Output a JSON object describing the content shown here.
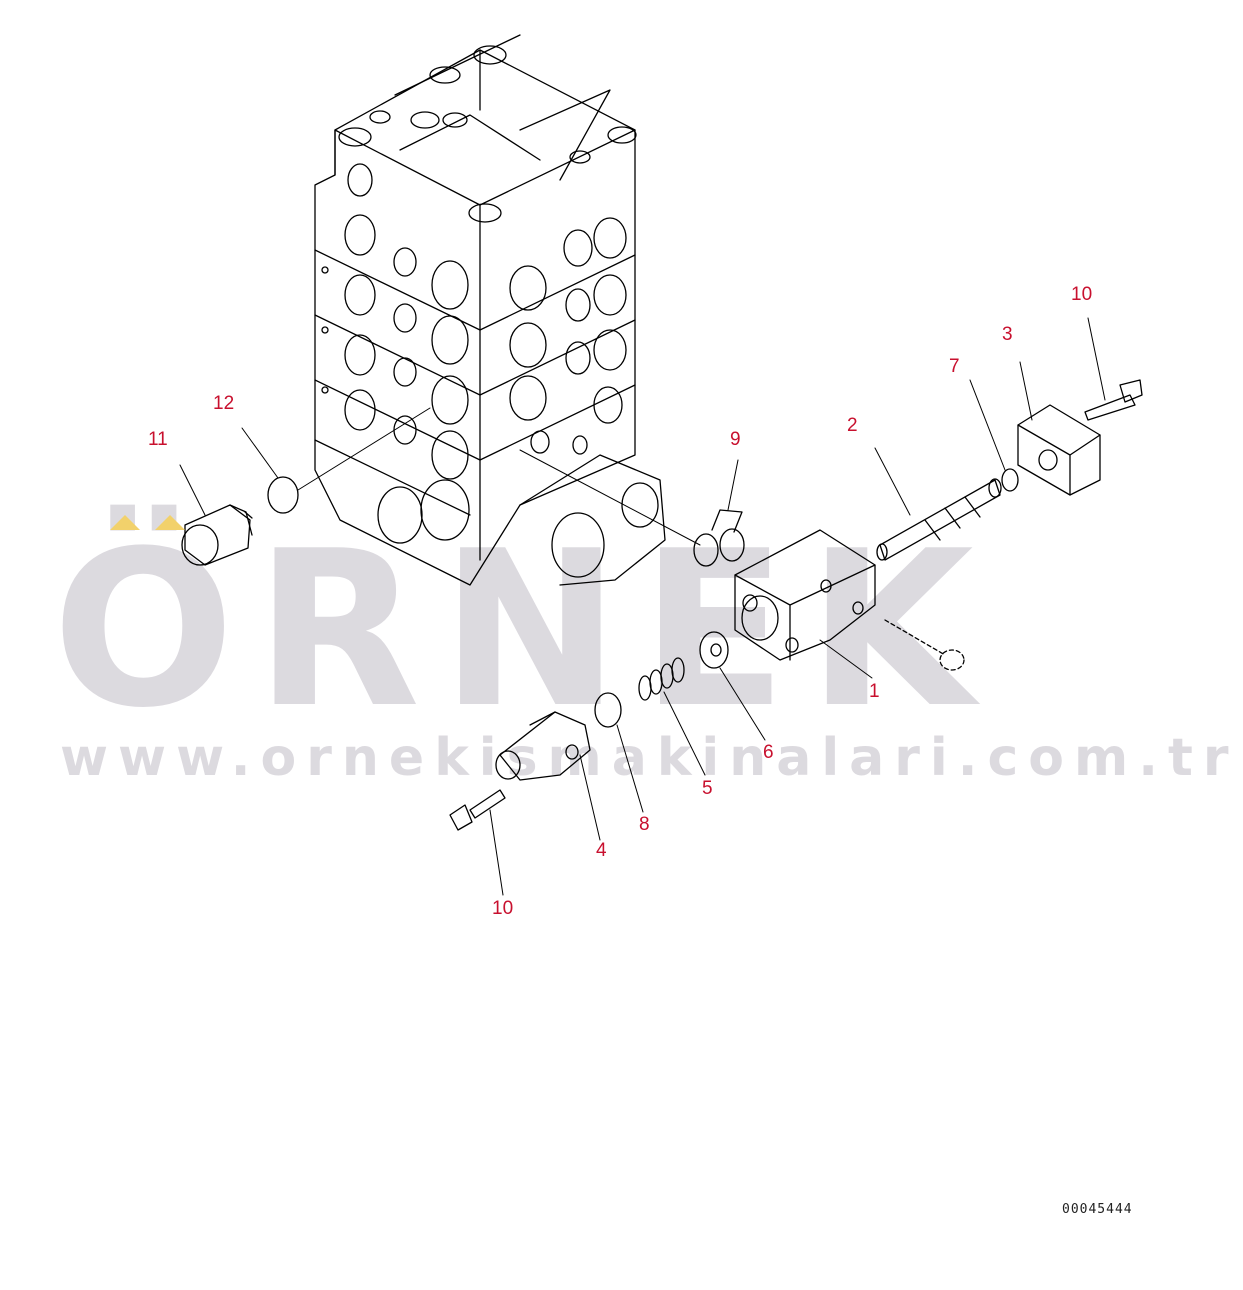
{
  "callouts": [
    {
      "id": "c1",
      "label": "1"
    },
    {
      "id": "c2",
      "label": "2"
    },
    {
      "id": "c3",
      "label": "3"
    },
    {
      "id": "c4",
      "label": "4"
    },
    {
      "id": "c5",
      "label": "5"
    },
    {
      "id": "c6",
      "label": "6"
    },
    {
      "id": "c7",
      "label": "7"
    },
    {
      "id": "c8",
      "label": "8"
    },
    {
      "id": "c9",
      "label": "9"
    },
    {
      "id": "c10a",
      "label": "10"
    },
    {
      "id": "c10b",
      "label": "10"
    },
    {
      "id": "c11",
      "label": "11"
    },
    {
      "id": "c12",
      "label": "12"
    }
  ],
  "watermark": {
    "brand": "ÖRNEK",
    "url": "www.ornekismakinalari.com.tr"
  },
  "document_number": "00045444",
  "colors": {
    "callout": "#c8102e",
    "line": "#000000",
    "watermark": "#d9d6dc",
    "accent_yellow": "#f2d16b"
  }
}
